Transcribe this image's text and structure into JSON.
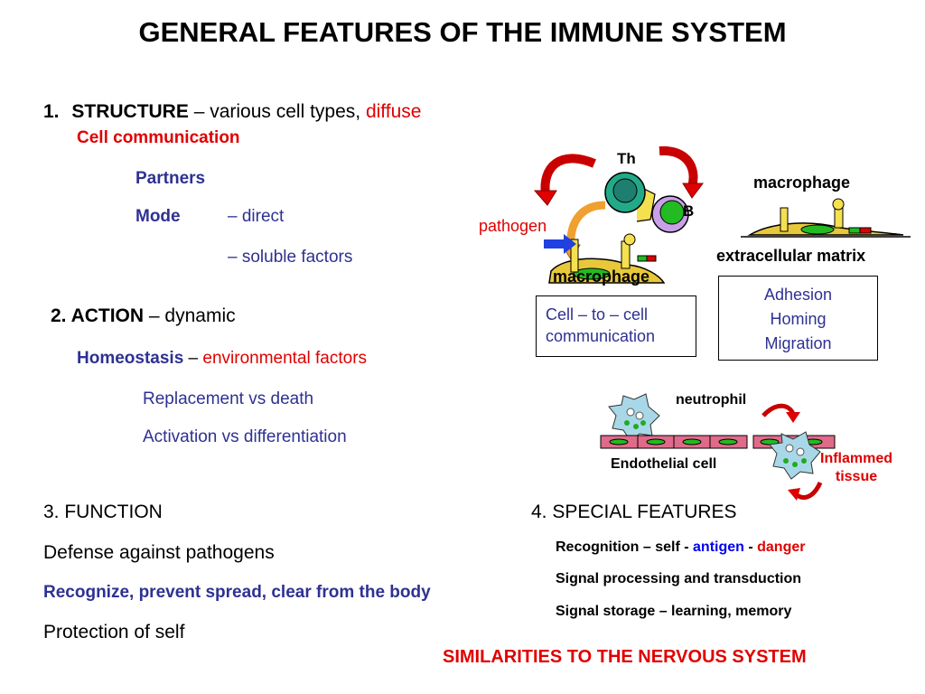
{
  "slide": {
    "title": "GENERAL FEATURES OF THE IMMUNE SYSTEM",
    "s1": {
      "num": "1.",
      "head": "STRUCTURE",
      "dash": " – various cell types, ",
      "diffuse": "diffuse",
      "sub": "Cell communication",
      "partners": "Partners",
      "mode": "Mode",
      "direct": "– direct",
      "soluble": "– soluble factors"
    },
    "s2": {
      "head": "2. ACTION",
      "rest": " – dynamic",
      "homeostasis": "Homeostasis",
      "dash": " – ",
      "env": "environmental factors",
      "replacement": "Replacement vs death",
      "activation": "Activation vs differentiation"
    },
    "s3": {
      "head": "3. FUNCTION",
      "defense": "Defense against pathogens",
      "recognize": "Recognize, prevent spread, clear from the body",
      "protection": "Protection of self"
    },
    "s4": {
      "head": "4. SPECIAL FEATURES",
      "recog_a": "Recognition – self - ",
      "antigen": "antigen",
      "recog_b": " - ",
      "danger": "danger",
      "signal_proc": "Signal processing and transduction",
      "signal_store": "Signal storage – learning, memory"
    },
    "similarities": "SIMILARITIES TO THE NERVOUS SYSTEM"
  },
  "diagram": {
    "th": "Th",
    "b": "B",
    "pathogen": "pathogen",
    "macrophage_left": "macrophage",
    "macrophage_right": "macrophage",
    "ecm": "extracellular matrix",
    "comm_box": [
      "Cell – to – cell",
      "communication"
    ],
    "adhesion_box": [
      "Adhesion",
      "Homing",
      "Migration"
    ],
    "neutrophil": "neutrophil",
    "endothelial": "Endothelial cell",
    "inflamed": [
      "Inflammed",
      "tissue"
    ]
  },
  "colors": {
    "red": "#e00000",
    "navy": "#2e3192",
    "antigen_blue": "#0000ee",
    "macrophage": "#e8c83a",
    "endothelium": "#e06a8a",
    "nucleus_green": "#22aa22"
  }
}
